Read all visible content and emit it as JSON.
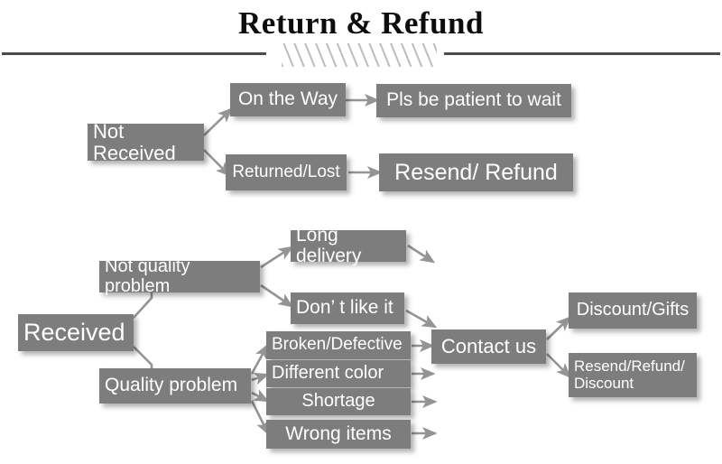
{
  "header": {
    "title": "Return & Refund",
    "divider_icon": "hatched-divider"
  },
  "colors": {
    "node_fill": "#7d7d7d",
    "node_text": "#ffffff",
    "connector": "#8c8c8c",
    "rule": "#4d4d4d",
    "hatch": "#bdbdbd",
    "background": "#ffffff"
  },
  "flow": {
    "not_received_branch": {
      "root": "Not Received",
      "states": [
        {
          "label": "On the Way",
          "outcome": "Pls be patient to wait"
        },
        {
          "label": "Returned/Lost",
          "outcome": "Resend/ Refund"
        }
      ]
    },
    "received_branch": {
      "root": "Received",
      "categories": [
        {
          "label": "Not quality problem",
          "reasons": [
            "Long delivery",
            "Don’  t like it"
          ]
        },
        {
          "label": "Quality problem",
          "reasons": [
            "Broken/Defective",
            "Different color",
            "Shortage",
            "Wrong items"
          ]
        }
      ],
      "action": "Contact us",
      "outcomes": [
        "Discount/Gifts",
        "Resend/Refund/\nDiscount"
      ]
    }
  },
  "nodes": {
    "not_received": "Not Received",
    "on_the_way": "On the Way",
    "pls_be_patient": "Pls be patient to wait",
    "returned_lost": "Returned/Lost",
    "resend_refund": "Resend/ Refund",
    "received": "Received",
    "not_quality_problem": "Not quality problem",
    "quality_problem": "Quality problem",
    "long_delivery": "Long delivery",
    "dont_like_it": "Don’  t like it",
    "broken_defective": "Broken/Defective",
    "different_color": "Different color",
    "shortage": "Shortage",
    "wrong_items": "Wrong items",
    "contact_us": "Contact us",
    "discount_gifts": "Discount/Gifts",
    "resend_refund_discount_line1": "Resend/Refund/",
    "resend_refund_discount_line2": "Discount"
  }
}
